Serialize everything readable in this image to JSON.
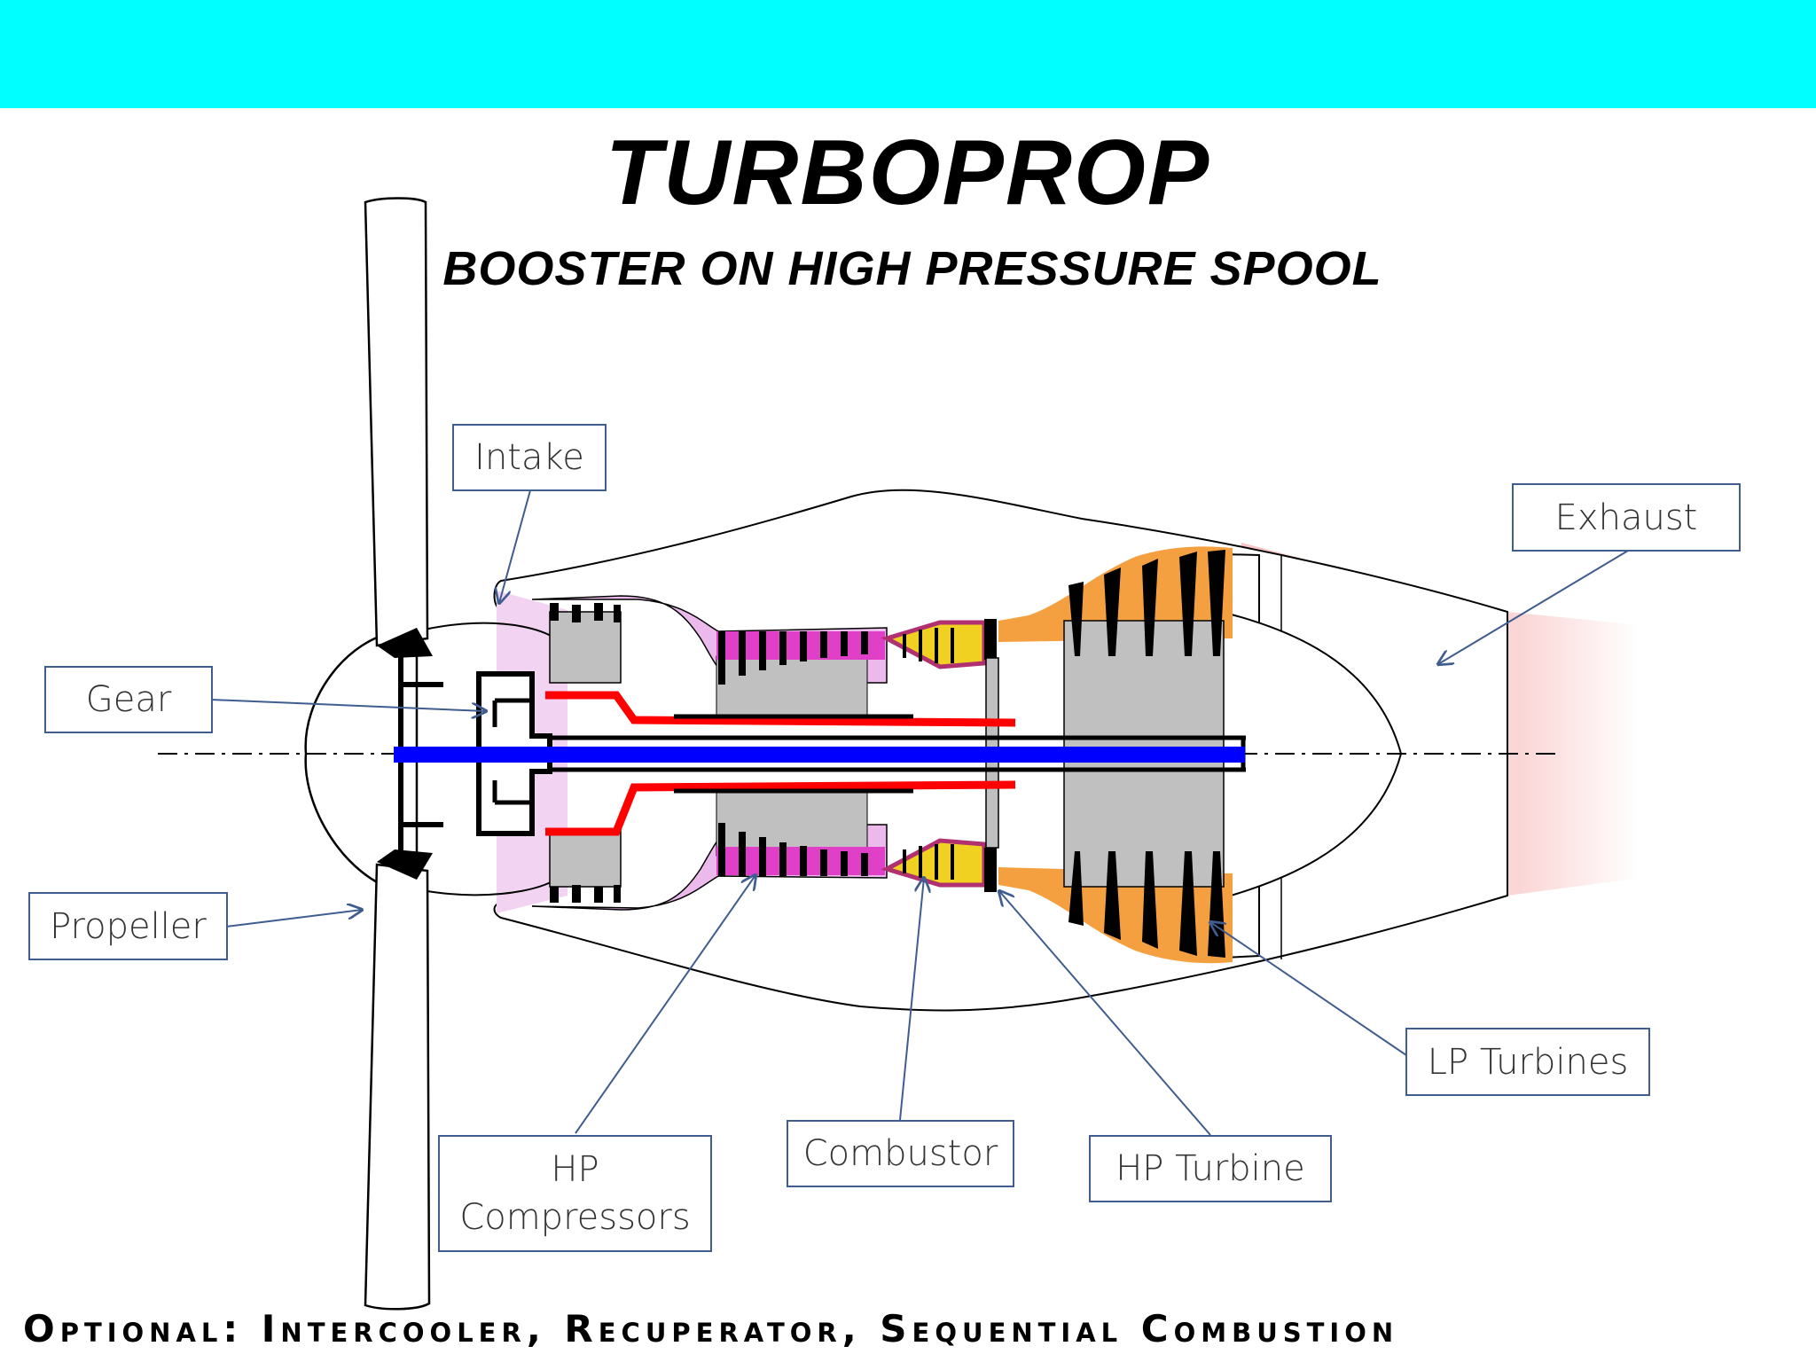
{
  "slide": {
    "title": "TURBOPROP",
    "subtitle": "BOOSTER ON HIGH PRESSURE SPOOL",
    "footnote": "Optional: Intercooler, Recuperator, Sequential Combustion",
    "banner_color": "#00ffff"
  },
  "labels": {
    "intake": "Intake",
    "exhaust": "Exhaust",
    "gear": "Gear",
    "propeller": "Propeller",
    "lp_turbines": "LP Turbines",
    "hp_compressors_line1": "HP",
    "hp_compressors_line2": "Compressors",
    "combustor": "Combustor",
    "hp_turbine": "HP Turbine"
  },
  "colors": {
    "lp_shaft": "#0000ff",
    "hp_spool": "#ff0000",
    "compressor_casing": "#ecb9ec",
    "compressor_blades": "#e040c8",
    "combustor": "#f0d020",
    "turbine_casing": "#f5a040",
    "exhaust_plume": "#f8c8c8",
    "disc": "#c0c0c0",
    "callout_line": "#3f5d8f"
  }
}
